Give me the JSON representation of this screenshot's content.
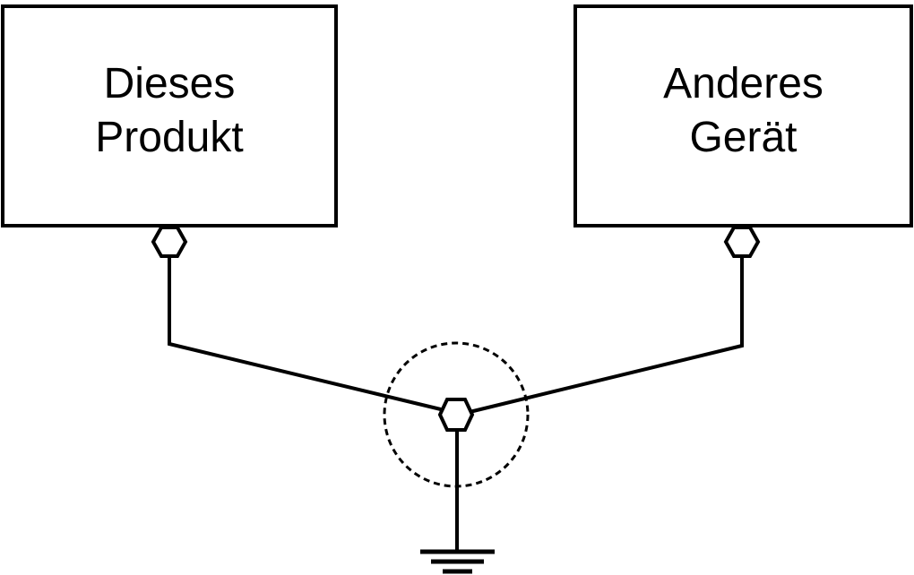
{
  "boxes": {
    "this_product": {
      "line1": "Dieses",
      "line2": "Produkt"
    },
    "other_device": {
      "line1": "Anderes",
      "line2": "Gerät"
    }
  },
  "colors": {
    "stroke": "#000000",
    "background": "#ffffff"
  },
  "symbols": [
    "ground-terminal-icon",
    "ground-symbol-icon",
    "equipotential-bonding-point-icon"
  ]
}
